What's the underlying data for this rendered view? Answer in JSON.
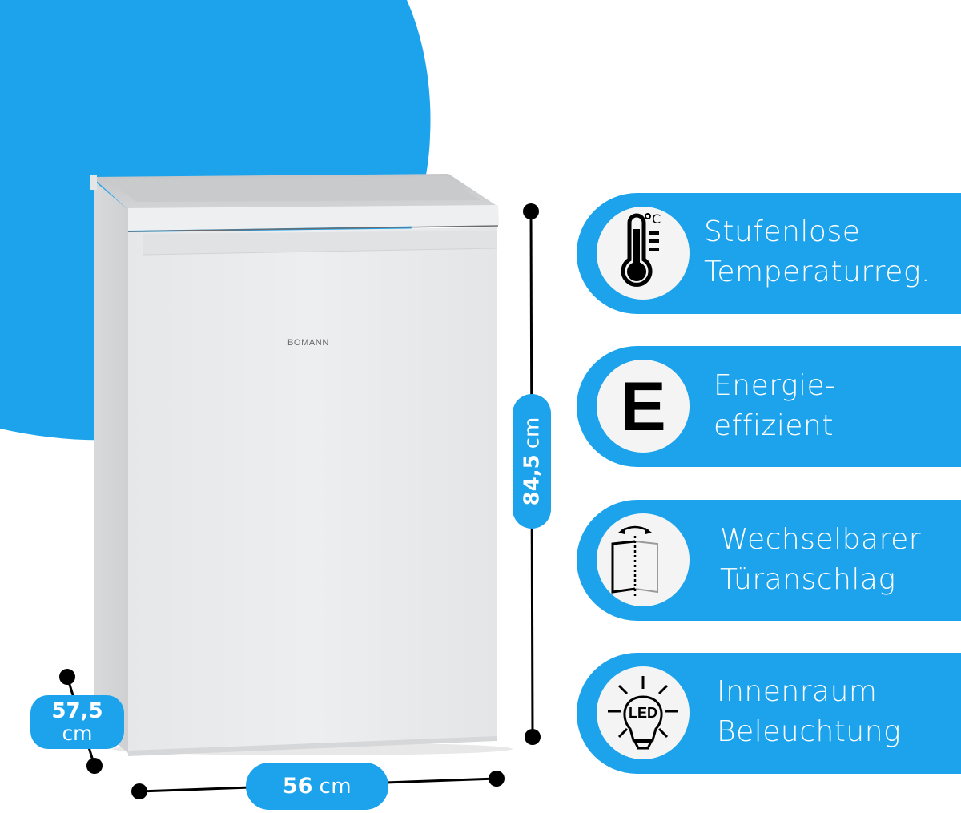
{
  "colors": {
    "accent": "#1ca3ec",
    "circle_fill": "#f4f4f4",
    "text_on_accent": "#ffffff",
    "line": "#000000"
  },
  "product": {
    "brand": "BOMANN"
  },
  "dimensions": {
    "height": {
      "value": "84,5",
      "unit": "cm"
    },
    "width": {
      "value": "56",
      "unit": "cm"
    },
    "depth": {
      "value": "57,5",
      "unit": "cm"
    }
  },
  "features": [
    {
      "icon": "thermometer-celsius-icon",
      "line1": "Stufenlose",
      "line2": "Temperaturreg."
    },
    {
      "icon": "energy-class-e-icon",
      "glyph": "E",
      "line1": "Energie-",
      "line2": "effizient"
    },
    {
      "icon": "reversible-door-icon",
      "line1": "Wechselbarer",
      "line2": "Türanschlag"
    },
    {
      "icon": "led-bulb-icon",
      "glyph": "LED",
      "line1": "Innenraum",
      "line2": "Beleuchtung"
    }
  ]
}
